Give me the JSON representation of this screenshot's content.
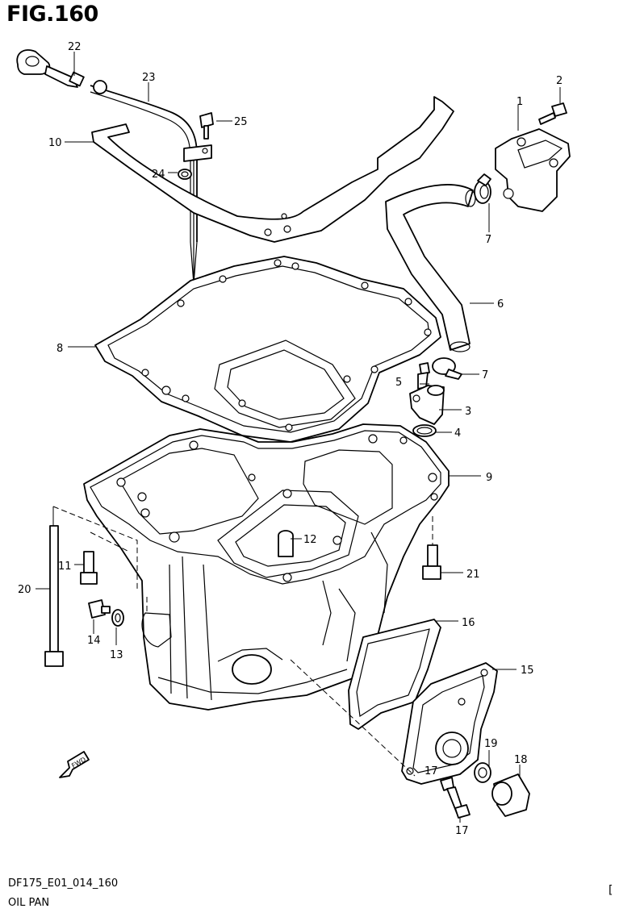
{
  "figure": {
    "title": "FIG.160",
    "code": "DF175_E01_014_160",
    "name": "OIL PAN",
    "corner_mark": "[",
    "fwd_label": "FWD"
  },
  "callouts": [
    "1",
    "2",
    "3",
    "4",
    "5",
    "6",
    "7",
    "7",
    "8",
    "9",
    "10",
    "11",
    "12",
    "13",
    "14",
    "15",
    "16",
    "17",
    "17",
    "18",
    "19",
    "20",
    "21",
    "22",
    "23",
    "24",
    "25"
  ]
}
